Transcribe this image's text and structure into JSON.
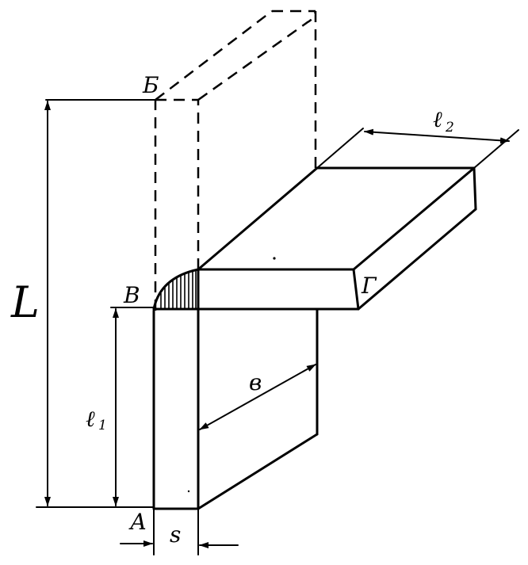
{
  "labels": {
    "L": "L",
    "b_top": "Б",
    "v": "В",
    "g": "Г",
    "a": "А",
    "s": "s",
    "b_width": "в",
    "l1_base": "ℓ",
    "l1_sub": "1",
    "l2_base": "ℓ",
    "l2_sub": "2"
  }
}
